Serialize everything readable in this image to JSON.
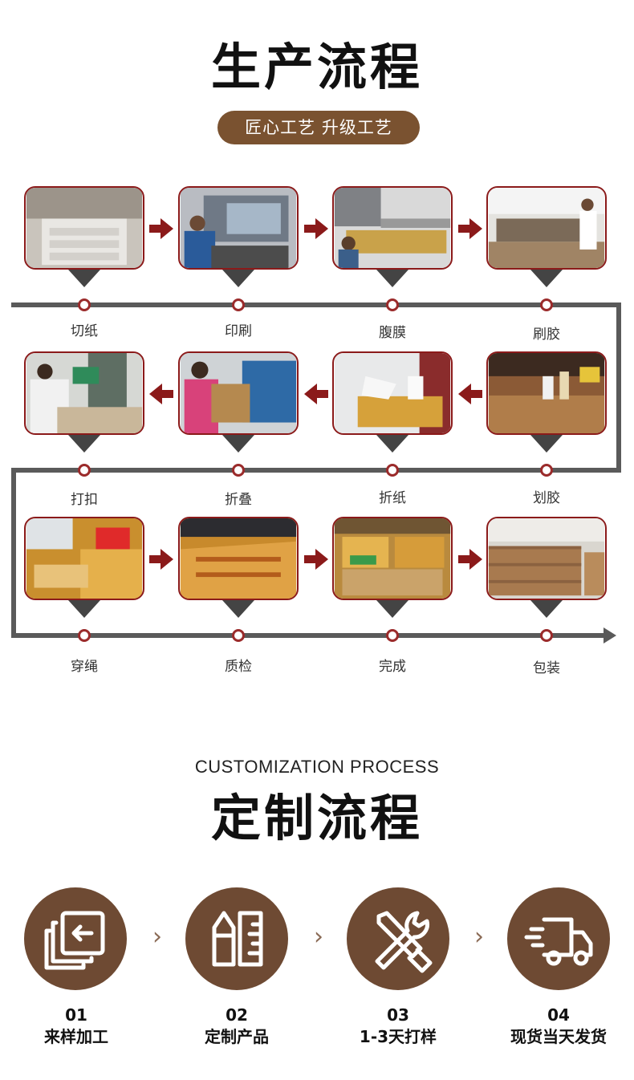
{
  "production": {
    "title": "生产流程",
    "subtitle": "匠心工艺 升级工艺",
    "steps": [
      {
        "label": "切纸"
      },
      {
        "label": "印刷"
      },
      {
        "label": "腹膜"
      },
      {
        "label": "刷胶"
      },
      {
        "label": "打扣"
      },
      {
        "label": "折叠"
      },
      {
        "label": "折纸"
      },
      {
        "label": "划胶"
      },
      {
        "label": "穿绳"
      },
      {
        "label": "质检"
      },
      {
        "label": "完成"
      },
      {
        "label": "包装"
      }
    ]
  },
  "customization": {
    "subtitle_en": "CUSTOMIZATION PROCESS",
    "title": "定制流程",
    "steps": [
      {
        "num": "01",
        "name": "来样加工",
        "icon": "import-icon"
      },
      {
        "num": "02",
        "name": "定制产品",
        "icon": "pencil-ruler-icon"
      },
      {
        "num": "03",
        "name": "1-3天打样",
        "icon": "tools-icon"
      },
      {
        "num": "04",
        "name": "现货当天发货",
        "icon": "delivery-truck-icon"
      }
    ]
  },
  "colors": {
    "accent": "#7a5230",
    "frame": "#8b1a1a",
    "arrow": "#8b1a1a",
    "line": "#5a5a5a",
    "circle": "#6e4a33"
  }
}
